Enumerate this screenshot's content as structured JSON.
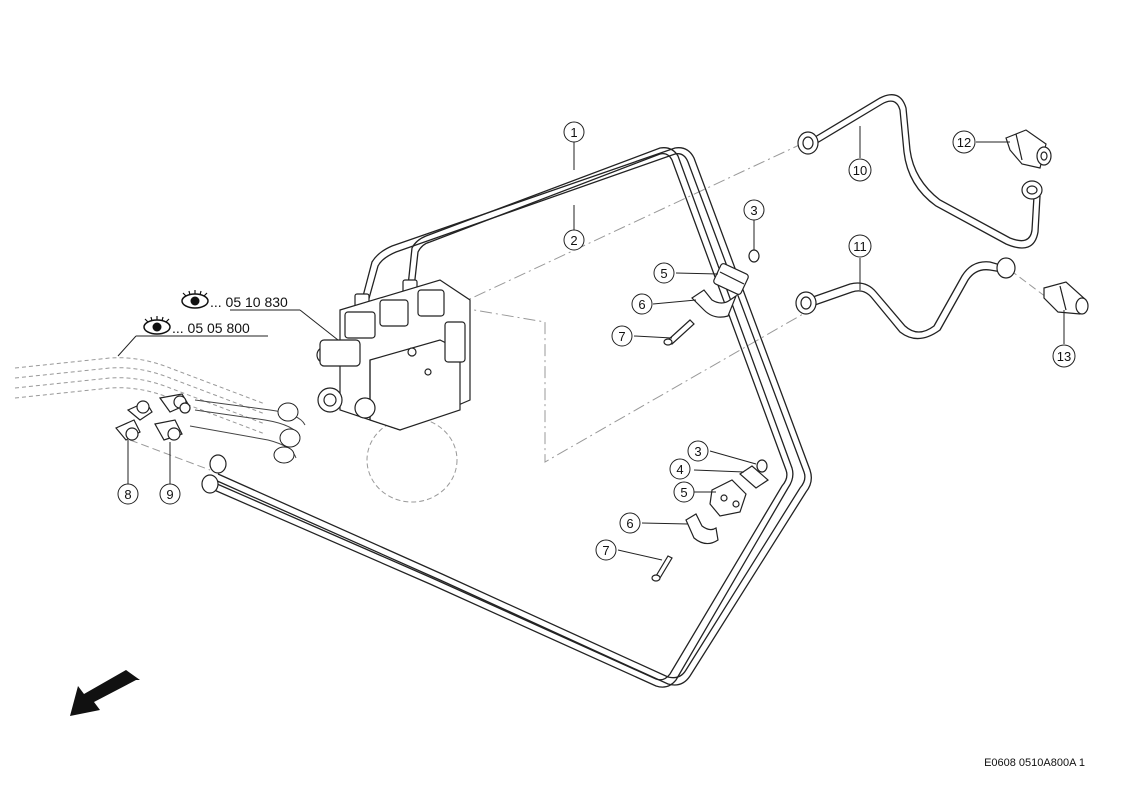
{
  "callouts": [
    {
      "id": "c1",
      "label": "1"
    },
    {
      "id": "c2",
      "label": "2"
    },
    {
      "id": "c3a",
      "label": "3"
    },
    {
      "id": "c3b",
      "label": "3"
    },
    {
      "id": "c4",
      "label": "4"
    },
    {
      "id": "c5a",
      "label": "5"
    },
    {
      "id": "c5b",
      "label": "5"
    },
    {
      "id": "c6a",
      "label": "6"
    },
    {
      "id": "c6b",
      "label": "6"
    },
    {
      "id": "c7a",
      "label": "7"
    },
    {
      "id": "c7b",
      "label": "7"
    },
    {
      "id": "c8",
      "label": "8"
    },
    {
      "id": "c9",
      "label": "9"
    },
    {
      "id": "c10",
      "label": "10"
    },
    {
      "id": "c11",
      "label": "11"
    },
    {
      "id": "c12",
      "label": "12"
    },
    {
      "id": "c13",
      "label": "13"
    }
  ],
  "references": [
    {
      "icon": "eye-icon",
      "text": "... 05 10 830"
    },
    {
      "icon": "eye-icon",
      "text": "... 05 05 800"
    }
  ],
  "document_code": "E0608 0510A800A 1"
}
